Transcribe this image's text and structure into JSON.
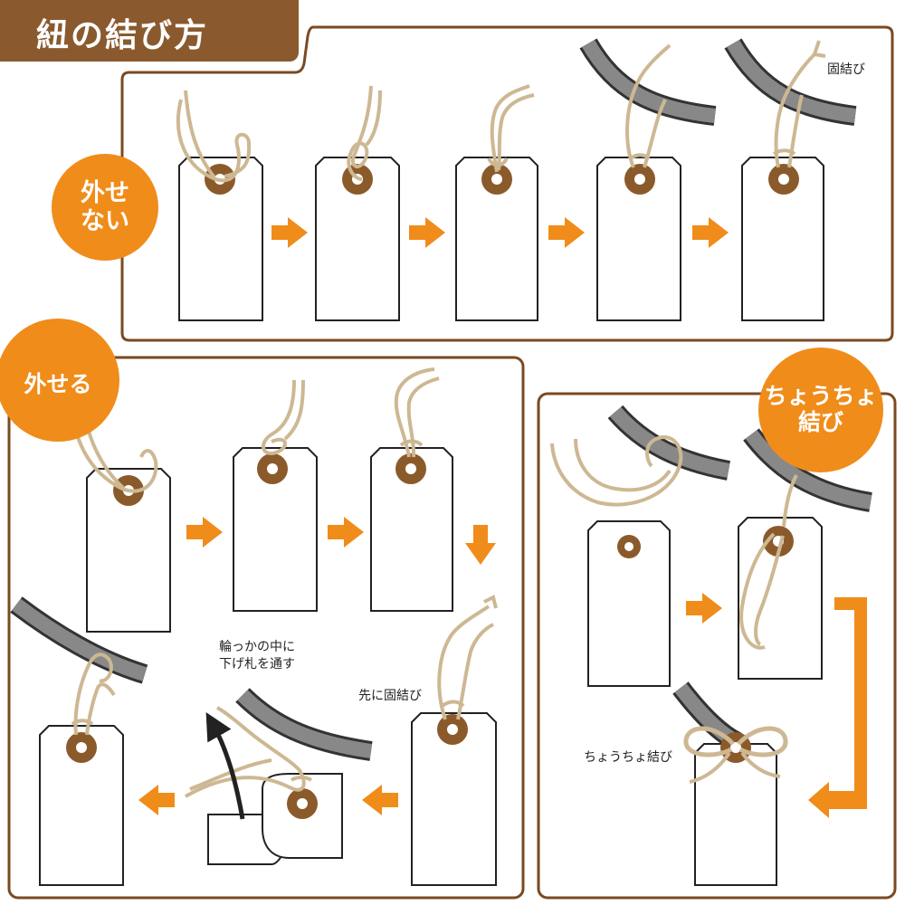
{
  "title": "紐の結び方",
  "sections": {
    "cannot_remove": {
      "badge": [
        "外せ",
        "ない"
      ],
      "note": "固結び"
    },
    "removable": {
      "badge": "外せる",
      "note_loop": [
        "輪っかの中に",
        "下げ札を通す"
      ],
      "note_knot": "先に固結び"
    },
    "bow": {
      "badge": [
        "ちょうちょ",
        "結び"
      ],
      "note": "ちょうちょ結び"
    }
  },
  "colors": {
    "brown": "#8a5a2e",
    "orange": "#f08c1a",
    "eyelet": "#8b5a2b",
    "string": "#cdb893",
    "bar": "#777777"
  }
}
